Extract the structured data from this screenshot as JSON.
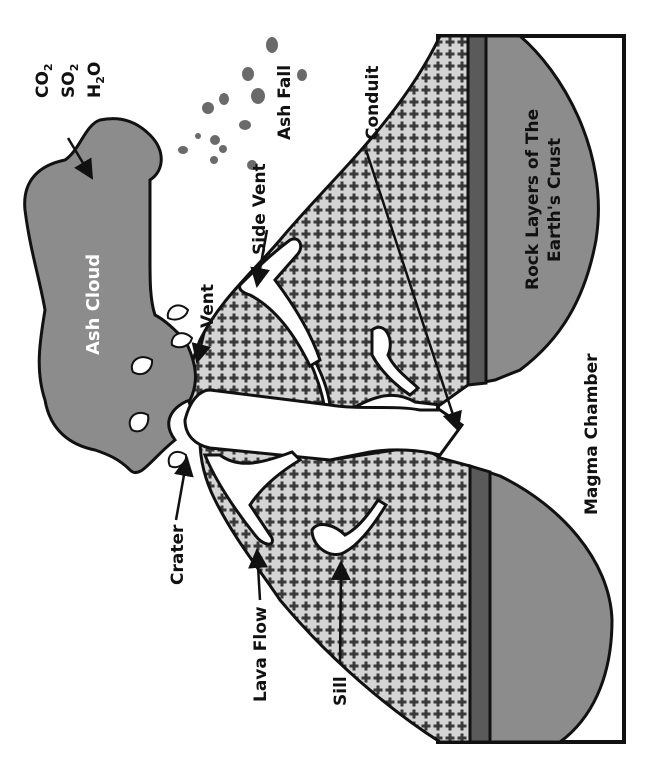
{
  "labels": {
    "ash_cloud": "Ash Cloud",
    "ash_fall": "Ash Fall",
    "side_vent": "Side Vent",
    "vent": "Vent",
    "crater": "Crater",
    "lava_flow": "Lava Flow",
    "sill": "Sill",
    "conduit": "Conduit",
    "magma_chamber": "Magma Chamber",
    "rock_layers_line1": "Rock Layers of The",
    "rock_layers_line2": "Earth's Crust"
  },
  "gases": {
    "co2": {
      "base": "CO",
      "sub": "2"
    },
    "so2": {
      "base": "SO",
      "sub": "2"
    },
    "h2o": {
      "base1": "H",
      "sub": "2",
      "base2": "O"
    }
  },
  "colors": {
    "ash_gray": "#8c8c8c",
    "rock_gray": "#8c8c8c",
    "rock_dark": "#5a5a5a",
    "outline": "#111111",
    "pattern_bg": "#d4d4d4",
    "pattern_cross": "#3a3a3a"
  }
}
